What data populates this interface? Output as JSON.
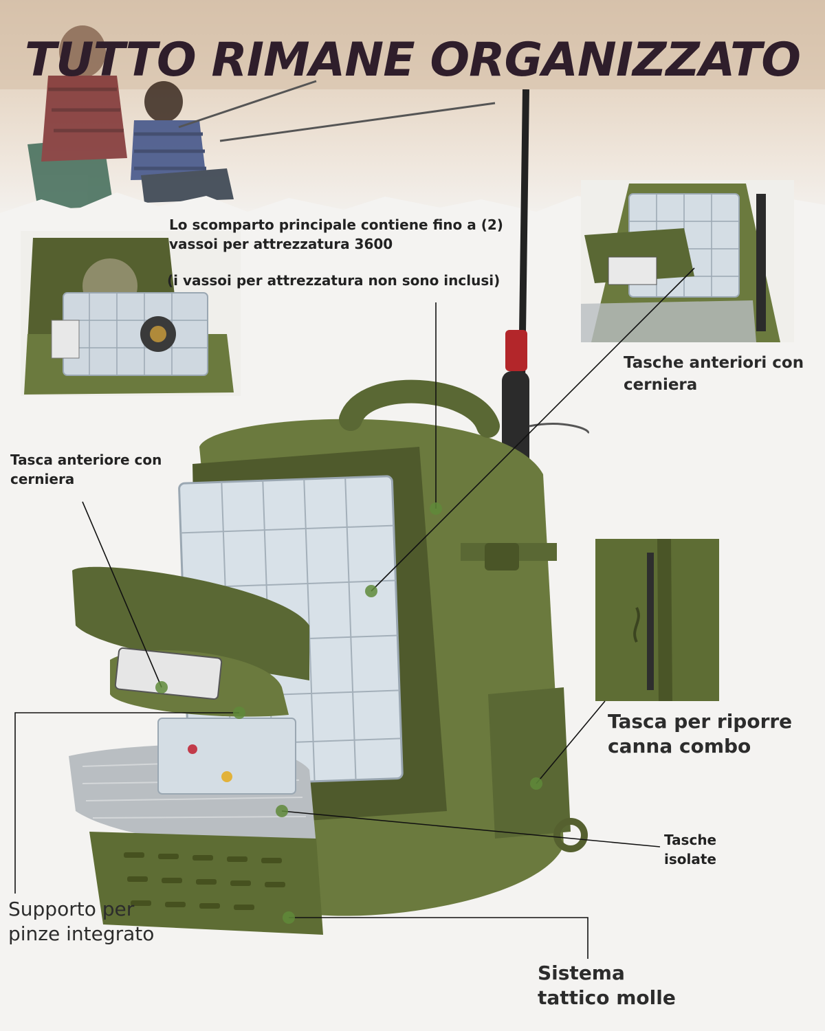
{
  "title": "TUTTO RIMANE ORGANIZZATO",
  "callouts": {
    "main_compartment_line1": "Lo scomparto principale contiene fino a (2)",
    "main_compartment_line2": "vassoi per attrezzatura 3600",
    "trays_not_included": "(i vassoi per attrezzatura non sono inclusi)",
    "front_zip_pockets_line1": "Tasche anteriori con",
    "front_zip_pockets_line2": "cerniera",
    "front_zip_pocket_line1": "Tasca anteriore con",
    "front_zip_pocket_line2": "cerniera",
    "rod_holder_line1": "Tasca per riporre",
    "rod_holder_line2": "canna combo",
    "insulated_line1": "Tasche",
    "insulated_line2": "isolate",
    "plier_holder_line1": "Supporto per",
    "plier_holder_line2": "pinze integrato",
    "molle_line1": "Sistema",
    "molle_line2": "tattico molle"
  },
  "colors": {
    "bag_olive": "#6b7a3e",
    "bag_dark": "#4f5a2c",
    "title": "#2f1e2b",
    "accent_red": "#b3262a",
    "marker": "#5f8a3a"
  }
}
